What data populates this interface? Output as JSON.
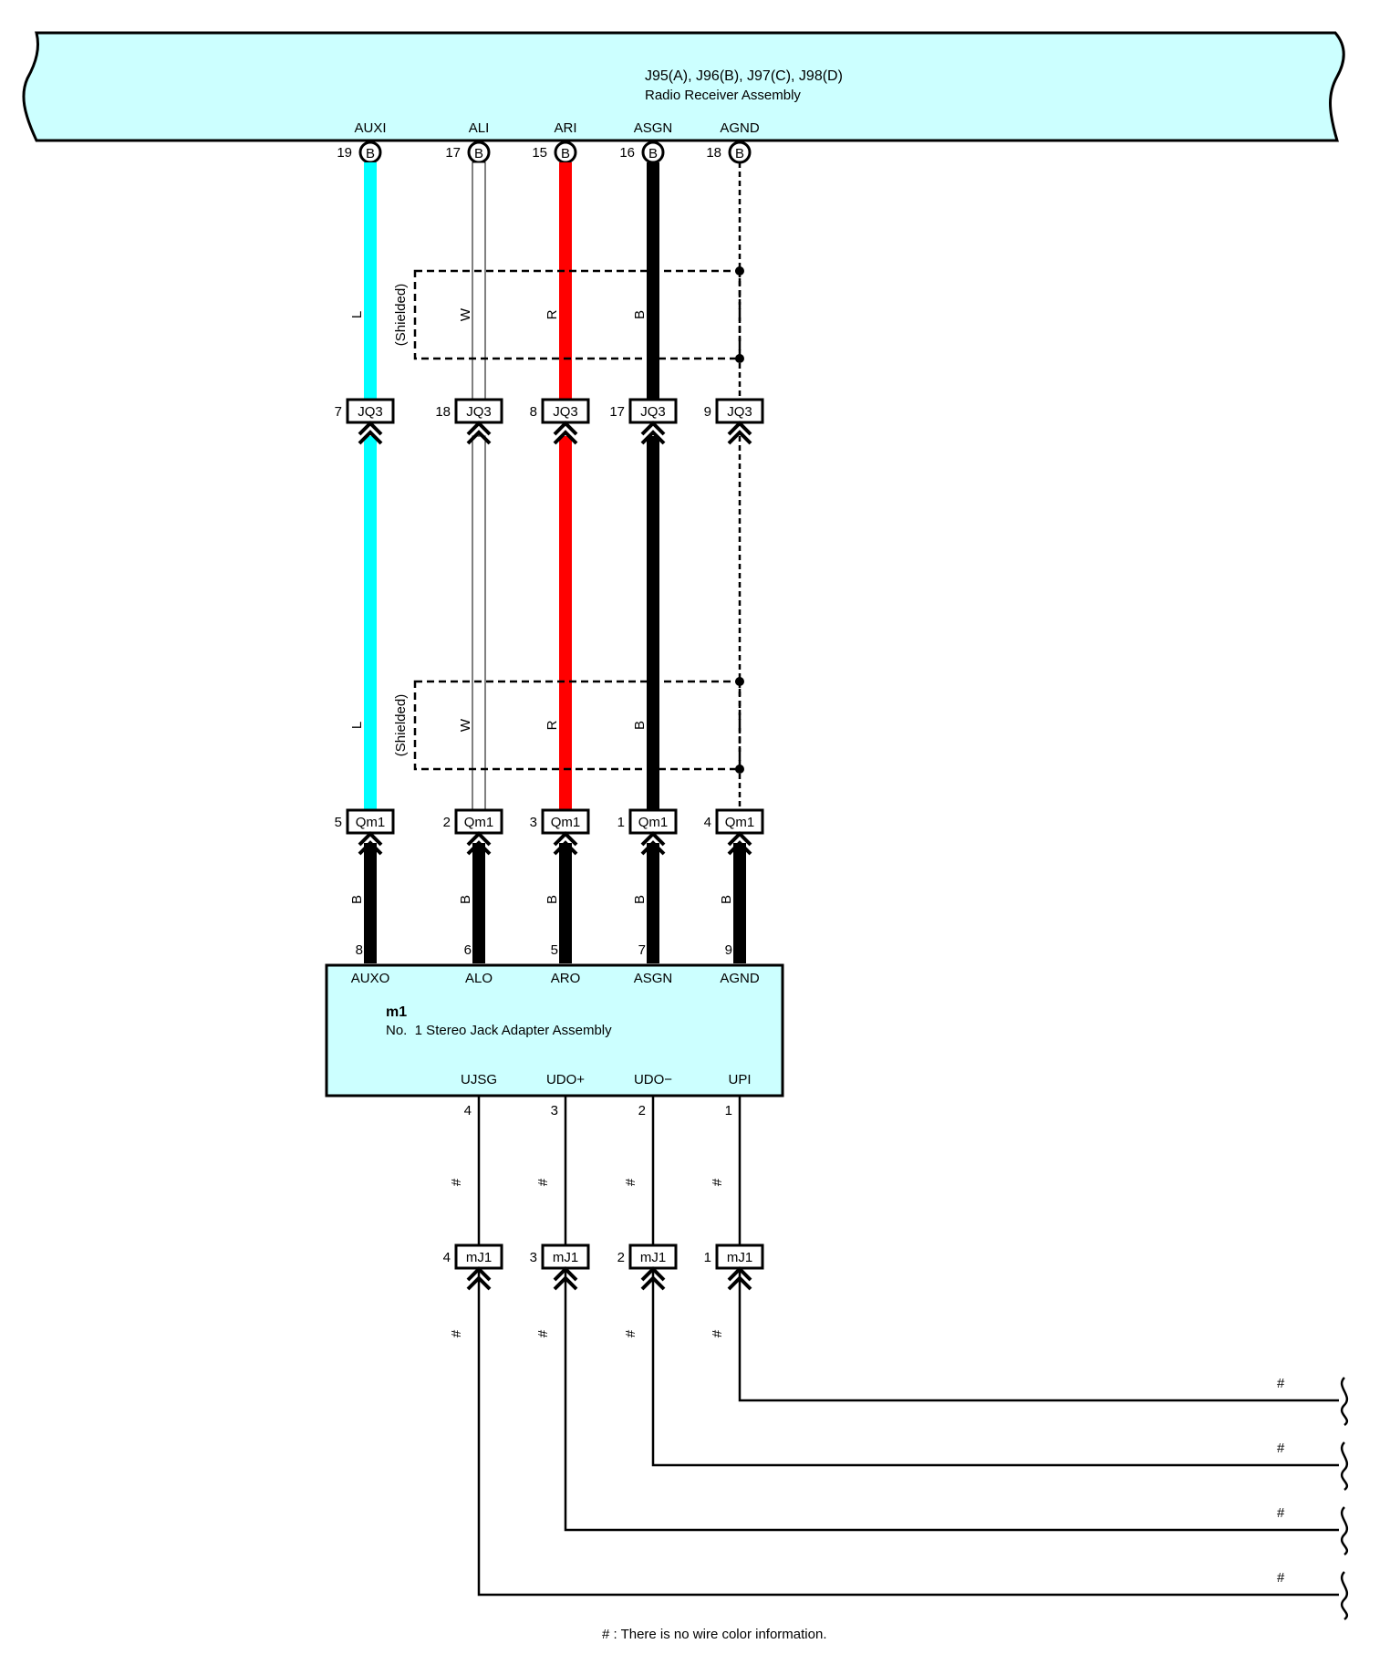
{
  "receiver": {
    "codes": "J95(A), J96(B), J97(C), J98(D)",
    "name": "Radio Receiver Assembly",
    "pins": [
      {
        "label": "AUXI",
        "num": "19",
        "conn": "B"
      },
      {
        "label": "ALI",
        "num": "17",
        "conn": "B"
      },
      {
        "label": "ARI",
        "num": "15",
        "conn": "B"
      },
      {
        "label": "ASGN",
        "num": "16",
        "conn": "B"
      },
      {
        "label": "AGND",
        "num": "18",
        "conn": "B"
      }
    ]
  },
  "wires": [
    {
      "color_code": "L",
      "hex": "#00ffff"
    },
    {
      "color_code": "W",
      "hex": "#ffffff"
    },
    {
      "color_code": "R",
      "hex": "#ff0000"
    },
    {
      "color_code": "B",
      "hex": "#000000"
    },
    {
      "color_code": "",
      "hex": "#000000"
    }
  ],
  "shield_label": "(Shielded)",
  "jq3": {
    "name": "JQ3",
    "pins": [
      "7",
      "18",
      "8",
      "17",
      "9"
    ]
  },
  "qm1": {
    "name": "Qm1",
    "pins": [
      "5",
      "2",
      "3",
      "1",
      "4"
    ],
    "wire_code": "B"
  },
  "adapter": {
    "code": "m1",
    "name": "No.  1 Stereo Jack Adapter Assembly",
    "top_pins": [
      {
        "num": "8",
        "label": "AUXO"
      },
      {
        "num": "6",
        "label": "ALO"
      },
      {
        "num": "5",
        "label": "ARO"
      },
      {
        "num": "7",
        "label": "ASGN"
      },
      {
        "num": "9",
        "label": "AGND"
      }
    ],
    "bottom_pins": [
      {
        "label": "UJSG",
        "num": "4"
      },
      {
        "label": "UDO+",
        "num": "3"
      },
      {
        "label": "UDO−",
        "num": "2"
      },
      {
        "label": "UPI",
        "num": "1"
      }
    ]
  },
  "mj1": {
    "name": "mJ1",
    "pins": [
      "4",
      "3",
      "2",
      "1"
    ]
  },
  "no_color_mark": "#",
  "footnote": "# : There is no wire color information."
}
